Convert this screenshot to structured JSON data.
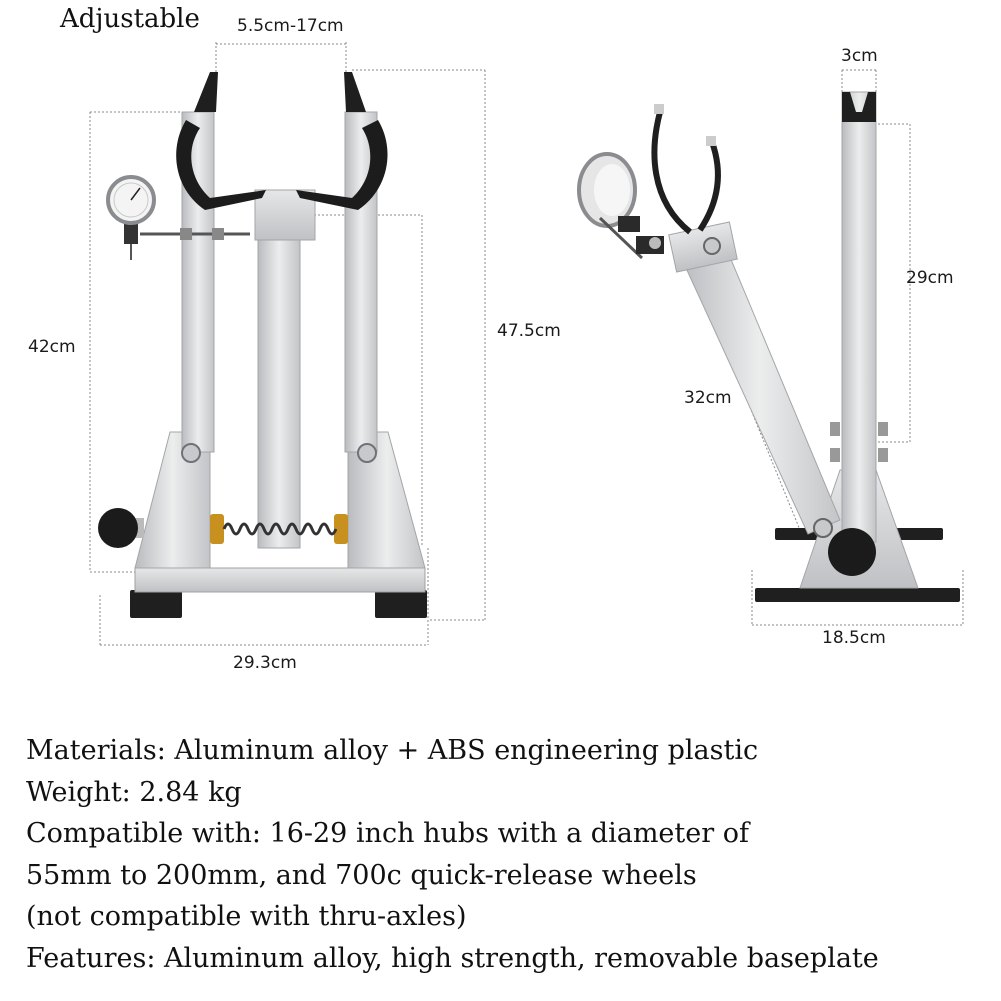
{
  "title": "Adjustable",
  "dimensions": {
    "adjust_range": "5.5cm-17cm",
    "height_left": "42cm",
    "height_total": "47.5cm",
    "base_width": "29.3cm",
    "slot_width": "3cm",
    "upright_height": "29cm",
    "arm_length": "32cm",
    "base_depth": "18.5cm"
  },
  "specs": [
    "Materials: Aluminum alloy + ABS engineering plastic",
    "Weight: 2.84 kg",
    "Compatible with: 16-29 inch hubs with a diameter of",
    "55mm to 200mm, and 700c quick-release wheels",
    "(not compatible with thru-axles)",
    "Features: Aluminum alloy, high strength, removable baseplate"
  ],
  "colors": {
    "aluminum": "#d9dadc",
    "dark": "#1a1a1a",
    "brass": "#c8901e"
  }
}
